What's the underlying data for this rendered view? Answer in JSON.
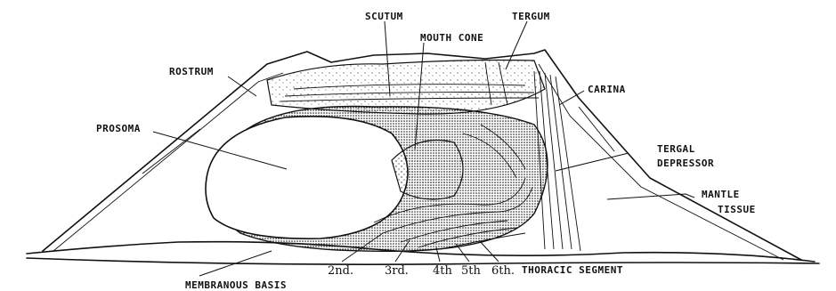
{
  "labels": {
    "scutum": "SCUTUM",
    "tergum": "TERGUM",
    "mouth_cone": "MOUTH CONE",
    "rostrum": "ROSTRUM",
    "carina": "CARINA",
    "prosoma": "PROSOMA",
    "tergal_depressor_1": "TERGAL",
    "tergal_depressor_2": "DEPRESSOR",
    "mantle_tissue_1": "MANTLE",
    "mantle_tissue_2": "TISSUE",
    "membranous_basis": "MEMBRANOUS BASIS",
    "seg_2": "2nd.",
    "seg_3": "3rd.",
    "seg_4": "4th",
    "seg_5": "5th",
    "seg_6": "6th.",
    "thoracic_segment": "THORACIC SEGMENT"
  }
}
